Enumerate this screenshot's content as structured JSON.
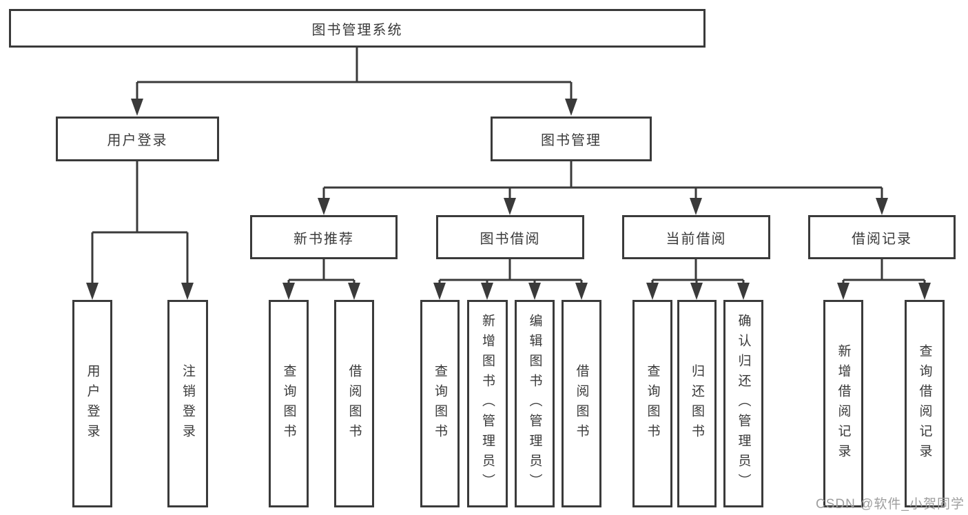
{
  "diagram": {
    "type": "hierarchy-tree",
    "root": {
      "label": "图书管理系统"
    },
    "level2": [
      {
        "label": "用户登录",
        "children": [
          "用户登录",
          "注销登录"
        ]
      },
      {
        "label": "图书管理"
      }
    ],
    "level3": [
      {
        "label": "新书推荐",
        "children": [
          "查询图书",
          "借阅图书"
        ]
      },
      {
        "label": "图书借阅",
        "children": [
          "查询图书",
          "新增图书（管理员）",
          "编辑图书（管理员）",
          "借阅图书"
        ]
      },
      {
        "label": "当前借阅",
        "children": [
          "查询图书",
          "归还图书",
          "确认归还（管理员）"
        ]
      },
      {
        "label": "借阅记录",
        "children": [
          "新增借阅记录",
          "查询借阅记录"
        ]
      }
    ]
  },
  "watermark": {
    "text": "CSDN @软件_小贺同学"
  },
  "colors": {
    "background": "#ffffff",
    "line": "#3a3a3a",
    "box_border": "#3a3a3a",
    "box_fill": "#ffffff",
    "text": "#3a3a3a",
    "watermark": "#9e9e9e"
  }
}
